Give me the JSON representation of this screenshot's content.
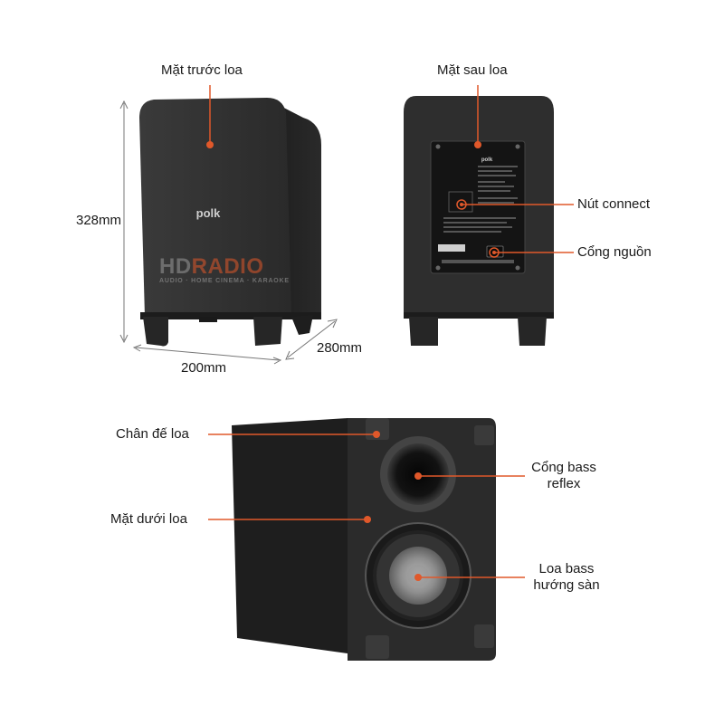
{
  "labels": {
    "front": "Mặt trước loa",
    "back": "Mặt sau loa",
    "connect": "Nút connect",
    "power": "Cổng nguồn",
    "feet": "Chân đế loa",
    "bottom": "Mặt dưới loa",
    "port_line1": "Cổng bass",
    "port_line2": "reflex",
    "driver_line1": "Loa bass",
    "driver_line2": "hướng sàn"
  },
  "dimensions": {
    "height": "328mm",
    "width": "200mm",
    "depth": "280mm"
  },
  "brand": "polk",
  "watermark": {
    "main_a": "HD",
    "main_b": "RADIO",
    "sub": "AUDIO · HOME CINEMA · KARAOKE"
  },
  "colors": {
    "accent": "#e0582a",
    "cabinet": "#2b2b2b",
    "text": "#1a1a1a"
  }
}
